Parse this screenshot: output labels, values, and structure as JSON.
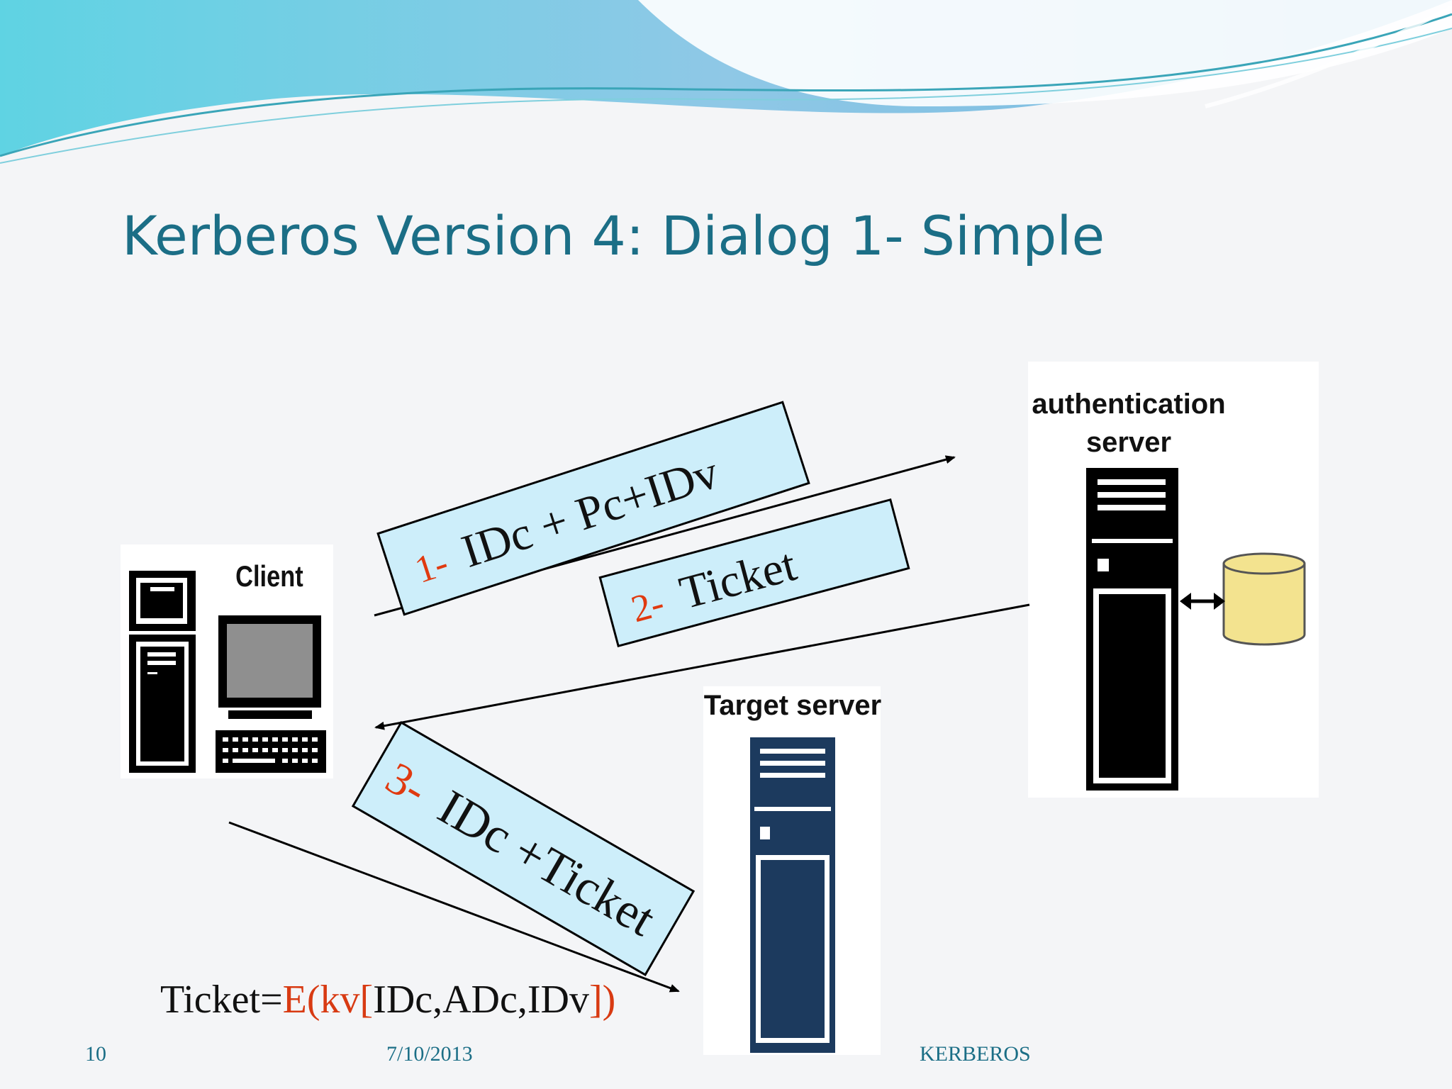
{
  "slide": {
    "title": "Kerberos Version 4: Dialog 1- Simple",
    "page_number": "10",
    "date": "7/10/2013",
    "footer_text": "KERBEROS"
  },
  "nodes": {
    "client_label": "Client",
    "auth_server_label_line1": "authentication",
    "auth_server_label_line2": "server",
    "target_server_label": "Target server"
  },
  "messages": [
    {
      "number": "1-",
      "text": "IDc + Pc+IDv"
    },
    {
      "number": "2-",
      "text": "Ticket"
    },
    {
      "number": "3-",
      "text": "IDc +Ticket"
    }
  ],
  "formula": {
    "prefix": "Ticket=",
    "func_open": "E(",
    "key": "kv",
    "bracket_open": "[",
    "args": "IDc,ADc,IDv",
    "bracket_close": "]",
    "paren_close": ")"
  },
  "colors": {
    "title": "#1b6e86",
    "message_box_fill": "#cdeefa",
    "number_accent": "#e03a10",
    "auth_server_body": "#000000",
    "target_server_body": "#1c3a5e",
    "database": "#f3e38f"
  }
}
